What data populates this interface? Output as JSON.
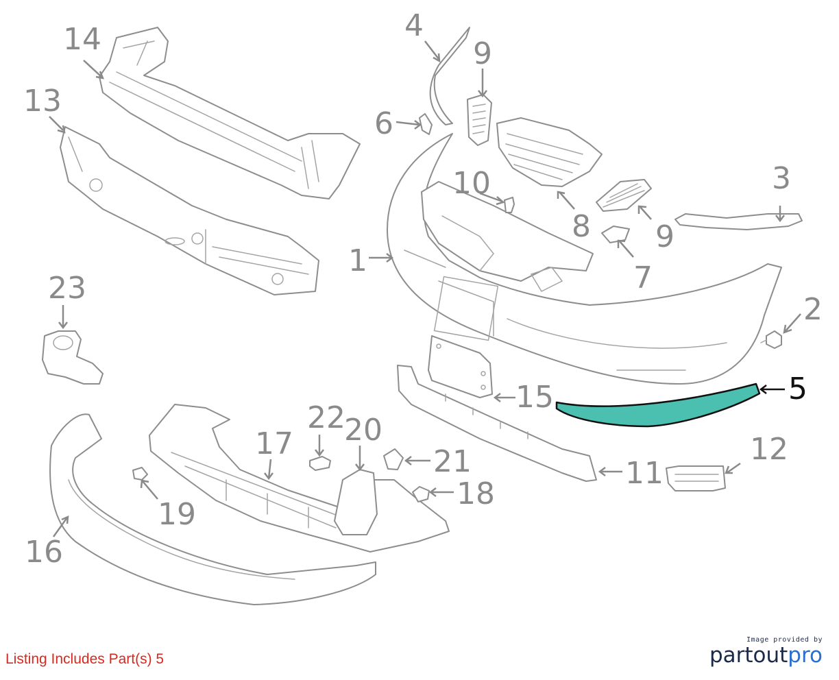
{
  "diagram": {
    "callouts": [
      {
        "id": "1",
        "label": "1"
      },
      {
        "id": "2",
        "label": "2"
      },
      {
        "id": "3",
        "label": "3"
      },
      {
        "id": "4",
        "label": "4"
      },
      {
        "id": "5",
        "label": "5",
        "highlighted": true
      },
      {
        "id": "6",
        "label": "6"
      },
      {
        "id": "7",
        "label": "7"
      },
      {
        "id": "8",
        "label": "8"
      },
      {
        "id": "9a",
        "label": "9"
      },
      {
        "id": "9b",
        "label": "9"
      },
      {
        "id": "10",
        "label": "10"
      },
      {
        "id": "11",
        "label": "11"
      },
      {
        "id": "12",
        "label": "12"
      },
      {
        "id": "13",
        "label": "13"
      },
      {
        "id": "14",
        "label": "14"
      },
      {
        "id": "15",
        "label": "15"
      },
      {
        "id": "16",
        "label": "16"
      },
      {
        "id": "17",
        "label": "17"
      },
      {
        "id": "18",
        "label": "18"
      },
      {
        "id": "19",
        "label": "19"
      },
      {
        "id": "20",
        "label": "20"
      },
      {
        "id": "21",
        "label": "21"
      },
      {
        "id": "22",
        "label": "22"
      },
      {
        "id": "23",
        "label": "23"
      }
    ],
    "colors": {
      "line": "#8d8d8d",
      "highlight_fill": "#4cc0b0",
      "highlight_stroke": "#111111",
      "listing": "#d42a20"
    }
  },
  "listing_text": "Listing Includes Part(s) 5",
  "brand": {
    "tagline": "Image provided by",
    "name_part1": "partout",
    "name_part2": "pro"
  }
}
